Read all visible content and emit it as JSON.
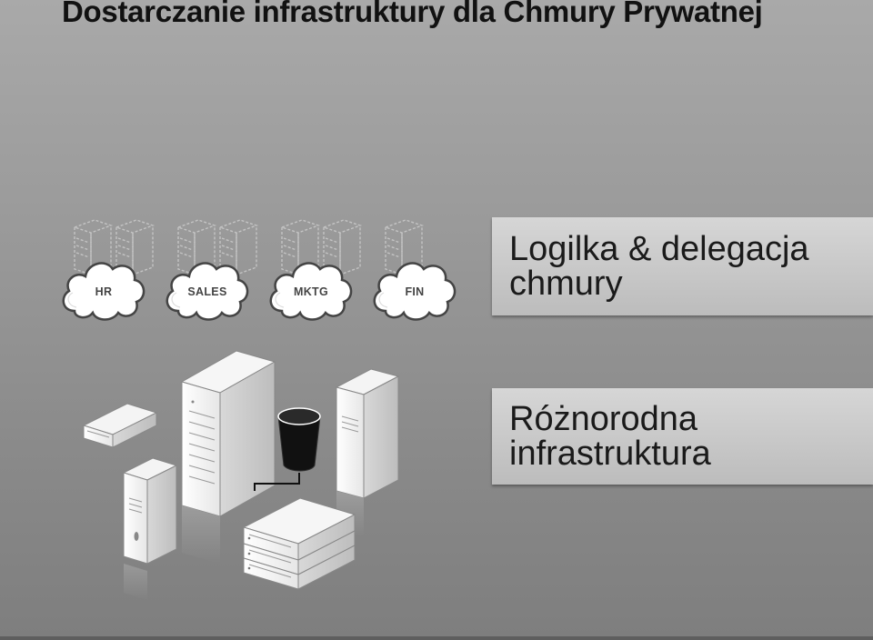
{
  "title": "Dostarczanie infrastruktury dla Chmury Prywatnej",
  "clouds": [
    {
      "label": "HR"
    },
    {
      "label": "SALES"
    },
    {
      "label": "MKTG"
    },
    {
      "label": "FIN"
    }
  ],
  "callouts": [
    {
      "text": "Logilka & delegacja\nchmury"
    },
    {
      "text": "Różnorodna\ninfrastruktura"
    }
  ],
  "icons": {
    "cloud": "cloud-icon",
    "server_stack": "server-stack-icon",
    "tower": "tower-server-icon",
    "rack": "rack-server-icon",
    "storage": "storage-cylinder-icon"
  }
}
